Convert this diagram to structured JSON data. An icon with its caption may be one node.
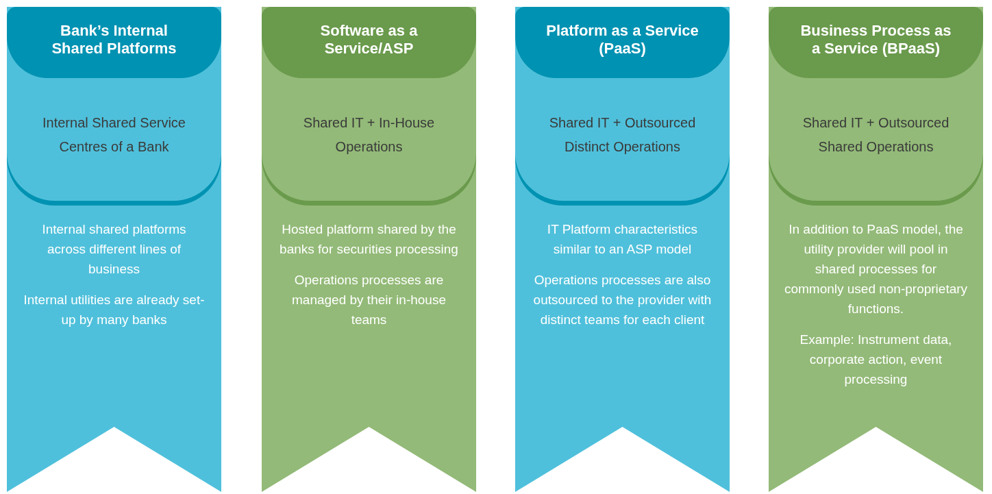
{
  "diagram": {
    "nodes": [
      {
        "text": [
          "Internal shared platforms across different lines of business",
          "Internal utilities are already set-up by many banks"
        ]
      },
      {
        "text": [
          "Bank’s Internal Shared Platforms",
          "Internal Shared Service Centres of a Bank"
        ],
        "in": 0
      },
      {
        "text": [
          "Hosted platform shared by the banks for securities processing",
          "Operations processes are managed by their in-house teams"
        ]
      },
      {
        "text": [
          "Software as a Service/ASP",
          "Shared IT + In-House Operations"
        ],
        "in": 2
      },
      {
        "text": [
          "IT Platform characteristics similar to an ASP model",
          "Operations processes are also outsourced to the provider with distinct teams for each client"
        ]
      },
      {
        "text": [
          "Platform as a Service (PaaS)",
          "Shared IT + Outsourced Distinct Operations"
        ],
        "in": 4
      },
      {
        "text": [
          "In addition to PaaS model, the utility provider will pool in shared processes for commonly used  non-proprietary functions.",
          "Example: Instrument data, corporate action, event processing"
        ]
      },
      {
        "text": [
          "Business Process as a Service (BPaaS)",
          "Shared IT + Outsourced Shared Operations"
        ],
        "in": 6
      }
    ]
  }
}
